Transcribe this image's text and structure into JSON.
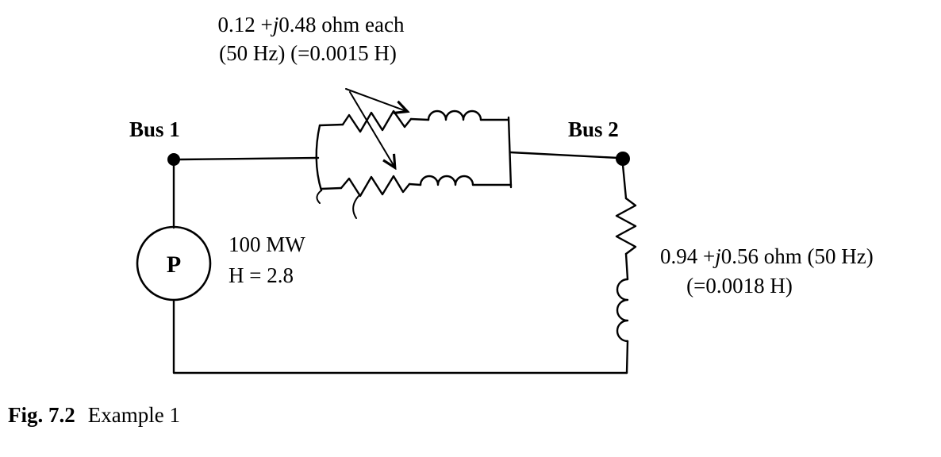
{
  "diagram": {
    "line_label": {
      "prefix": "0.12 +",
      "j": "j",
      "suffix": "0.48 ohm each",
      "note": "(50 Hz) (=0.0015 H)"
    },
    "bus1_label": "Bus 1",
    "bus2_label": "Bus 2",
    "generator": {
      "symbol": "P",
      "power": "100 MW",
      "inertia": "H = 2.8"
    },
    "load_label": {
      "prefix": "0.94 +",
      "j": "j",
      "suffix": "0.56 ohm (50 Hz)",
      "note": "(=0.0018 H)"
    },
    "caption": {
      "label": "Fig. 7.2",
      "text": "Example 1"
    }
  }
}
